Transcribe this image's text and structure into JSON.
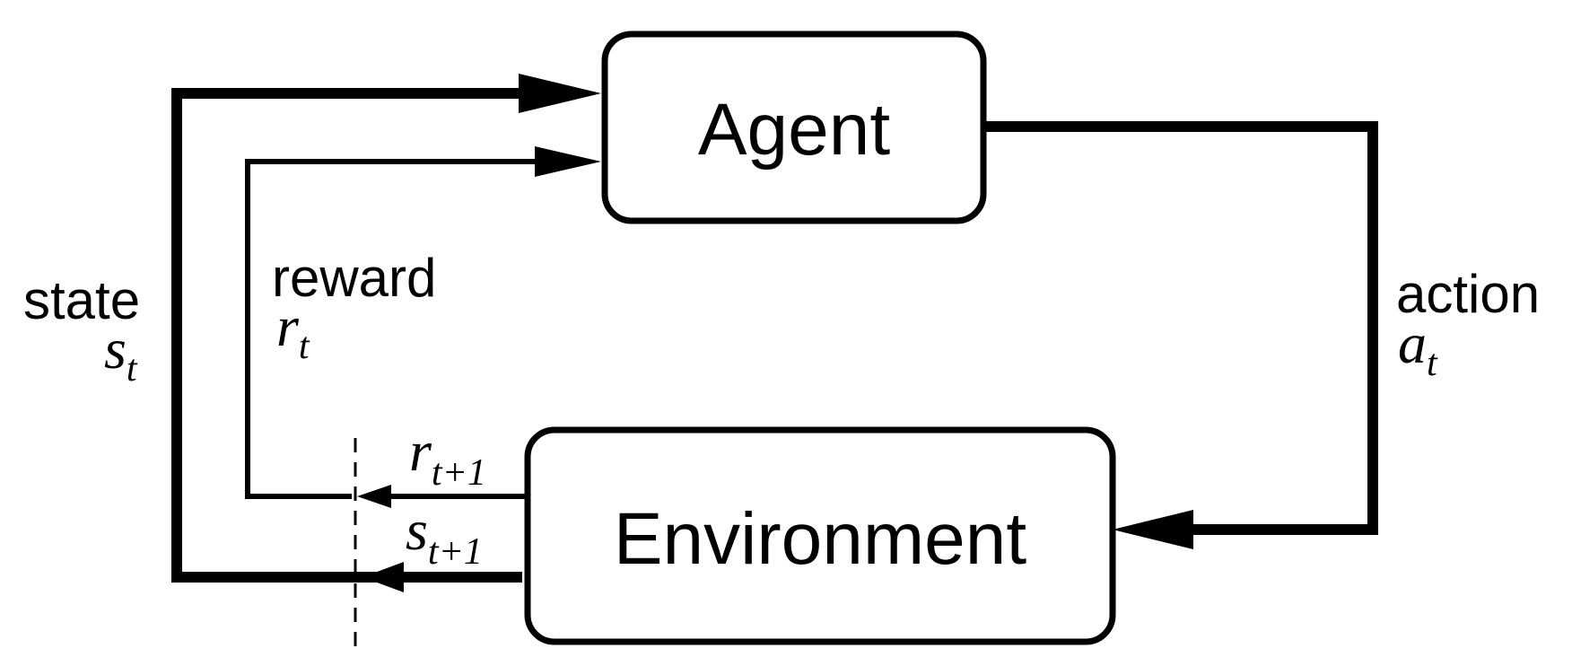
{
  "diagram": {
    "agent": {
      "label": "Agent"
    },
    "environment": {
      "label": "Environment"
    },
    "state": {
      "word": "state",
      "symbol": "s",
      "subscript": "t"
    },
    "reward": {
      "word": "reward",
      "symbol": "r",
      "subscript": "t"
    },
    "action": {
      "word": "action",
      "symbol": "a",
      "subscript": "t"
    },
    "next_reward": {
      "symbol": "r",
      "subscript": "t+1"
    },
    "next_state": {
      "symbol": "s",
      "subscript": "t+1"
    }
  }
}
